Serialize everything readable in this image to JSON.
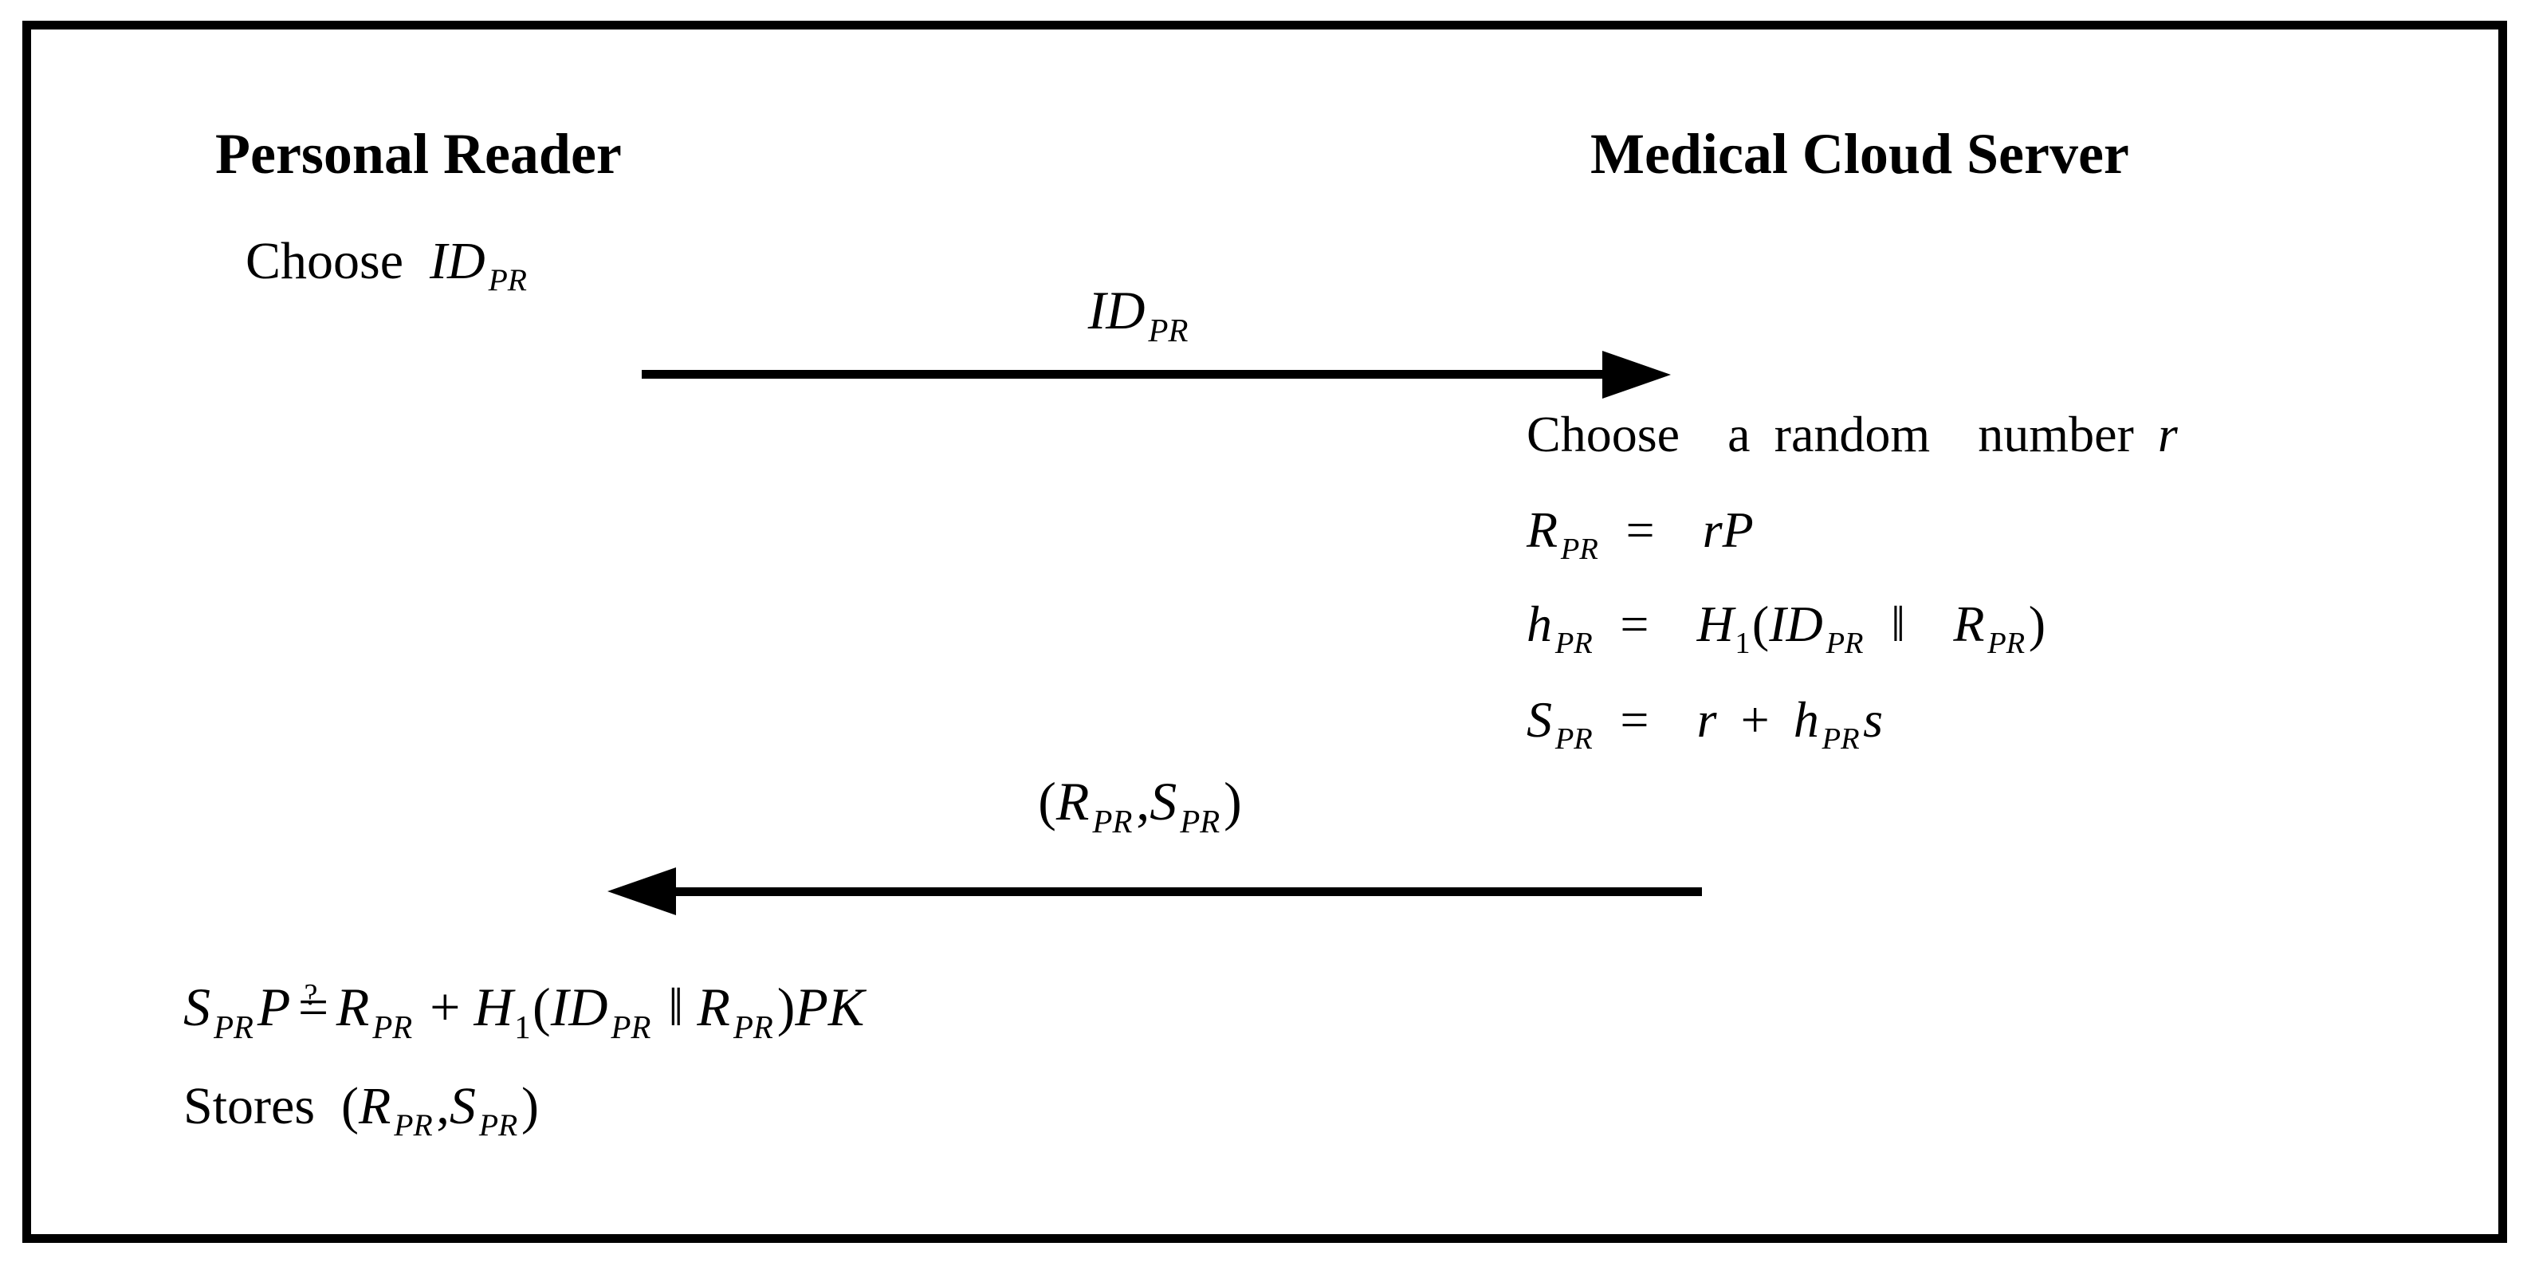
{
  "diagram": {
    "colors": {
      "ink": "#000000",
      "background": "#ffffff"
    },
    "participants": [
      {
        "name": "Personal Reader"
      },
      {
        "name": "Medical Cloud Server"
      }
    ],
    "reader_steps": [
      {
        "text": "Choose ID_PR",
        "segments": [
          {
            "t": "Choose  ",
            "s": "u"
          },
          {
            "t": "ID",
            "s": "i"
          },
          {
            "t": "PR",
            "s": "isub"
          }
        ]
      }
    ],
    "messages": [
      {
        "text": "ID_PR",
        "direction": "right",
        "from": "Personal Reader",
        "to": "Medical Cloud Server",
        "segments": [
          {
            "t": "ID",
            "s": "i"
          },
          {
            "t": "PR",
            "s": "isub"
          }
        ]
      },
      {
        "text": "(R_PR, S_PR)",
        "direction": "left",
        "from": "Medical Cloud Server",
        "to": "Personal Reader",
        "segments": [
          {
            "t": "(",
            "s": "u"
          },
          {
            "t": "R",
            "s": "i"
          },
          {
            "t": "PR",
            "s": "isub"
          },
          {
            "t": ",",
            "s": "u"
          },
          {
            "t": "S",
            "s": "i"
          },
          {
            "t": "PR",
            "s": "isub"
          },
          {
            "t": ")",
            "s": "u"
          }
        ]
      }
    ],
    "server_steps": [
      {
        "text": "Choose a random number r",
        "segments": [
          {
            "t": "Choose  a random  number ",
            "s": "u"
          },
          {
            "t": "r",
            "s": "i"
          }
        ]
      },
      {
        "text": "R_PR = rP",
        "segments": [
          {
            "t": "R",
            "s": "i"
          },
          {
            "t": "PR",
            "s": "isub"
          },
          {
            "t": " =  ",
            "s": "u"
          },
          {
            "t": "rP",
            "s": "i"
          }
        ]
      },
      {
        "text": "h_PR = H_1(ID_PR ‖ R_PR)",
        "segments": [
          {
            "t": "h",
            "s": "i"
          },
          {
            "t": "PR",
            "s": "isub"
          },
          {
            "t": " =  ",
            "s": "u"
          },
          {
            "t": "H",
            "s": "i"
          },
          {
            "t": "1",
            "s": "usub"
          },
          {
            "t": "(",
            "s": "u"
          },
          {
            "t": "ID",
            "s": "i"
          },
          {
            "t": "PR",
            "s": "isub"
          },
          {
            "t": " ‖  ",
            "s": "u"
          },
          {
            "t": "R",
            "s": "i"
          },
          {
            "t": "PR",
            "s": "isub"
          },
          {
            "t": ")",
            "s": "u"
          }
        ]
      },
      {
        "text": "S_PR = r + h_PR s",
        "segments": [
          {
            "t": "S",
            "s": "i"
          },
          {
            "t": "PR",
            "s": "isub"
          },
          {
            "t": " =  ",
            "s": "u"
          },
          {
            "t": "r",
            "s": "i"
          },
          {
            "t": " + ",
            "s": "u"
          },
          {
            "t": "h",
            "s": "i"
          },
          {
            "t": "PR",
            "s": "isub"
          },
          {
            "t": "s",
            "s": "i"
          }
        ]
      }
    ],
    "reader_verification_steps": [
      {
        "text": "S_PR P ?= R_PR + H_1(ID_PR ‖ R_PR)PK",
        "segments": [
          {
            "t": "S",
            "s": "i"
          },
          {
            "t": "PR",
            "s": "isub"
          },
          {
            "t": "P",
            "s": "i"
          },
          {
            "t": "=",
            "s": "u",
            "over": "?"
          },
          {
            "t": "R",
            "s": "i"
          },
          {
            "t": "PR",
            "s": "isub"
          },
          {
            "t": " + ",
            "s": "u"
          },
          {
            "t": "H",
            "s": "i"
          },
          {
            "t": "1",
            "s": "usub"
          },
          {
            "t": "(",
            "s": "u"
          },
          {
            "t": "ID",
            "s": "i"
          },
          {
            "t": "PR",
            "s": "isub"
          },
          {
            "t": " ‖ ",
            "s": "u"
          },
          {
            "t": "R",
            "s": "i"
          },
          {
            "t": "PR",
            "s": "isub"
          },
          {
            "t": ")",
            "s": "u"
          },
          {
            "t": "PK",
            "s": "i"
          }
        ]
      },
      {
        "text": "Stores (R_PR, S_PR)",
        "segments": [
          {
            "t": "Stores  (",
            "s": "u"
          },
          {
            "t": "R",
            "s": "i"
          },
          {
            "t": "PR",
            "s": "isub"
          },
          {
            "t": ",",
            "s": "u"
          },
          {
            "t": "S",
            "s": "i"
          },
          {
            "t": "PR",
            "s": "isub"
          },
          {
            "t": ")",
            "s": "u"
          }
        ]
      }
    ]
  }
}
